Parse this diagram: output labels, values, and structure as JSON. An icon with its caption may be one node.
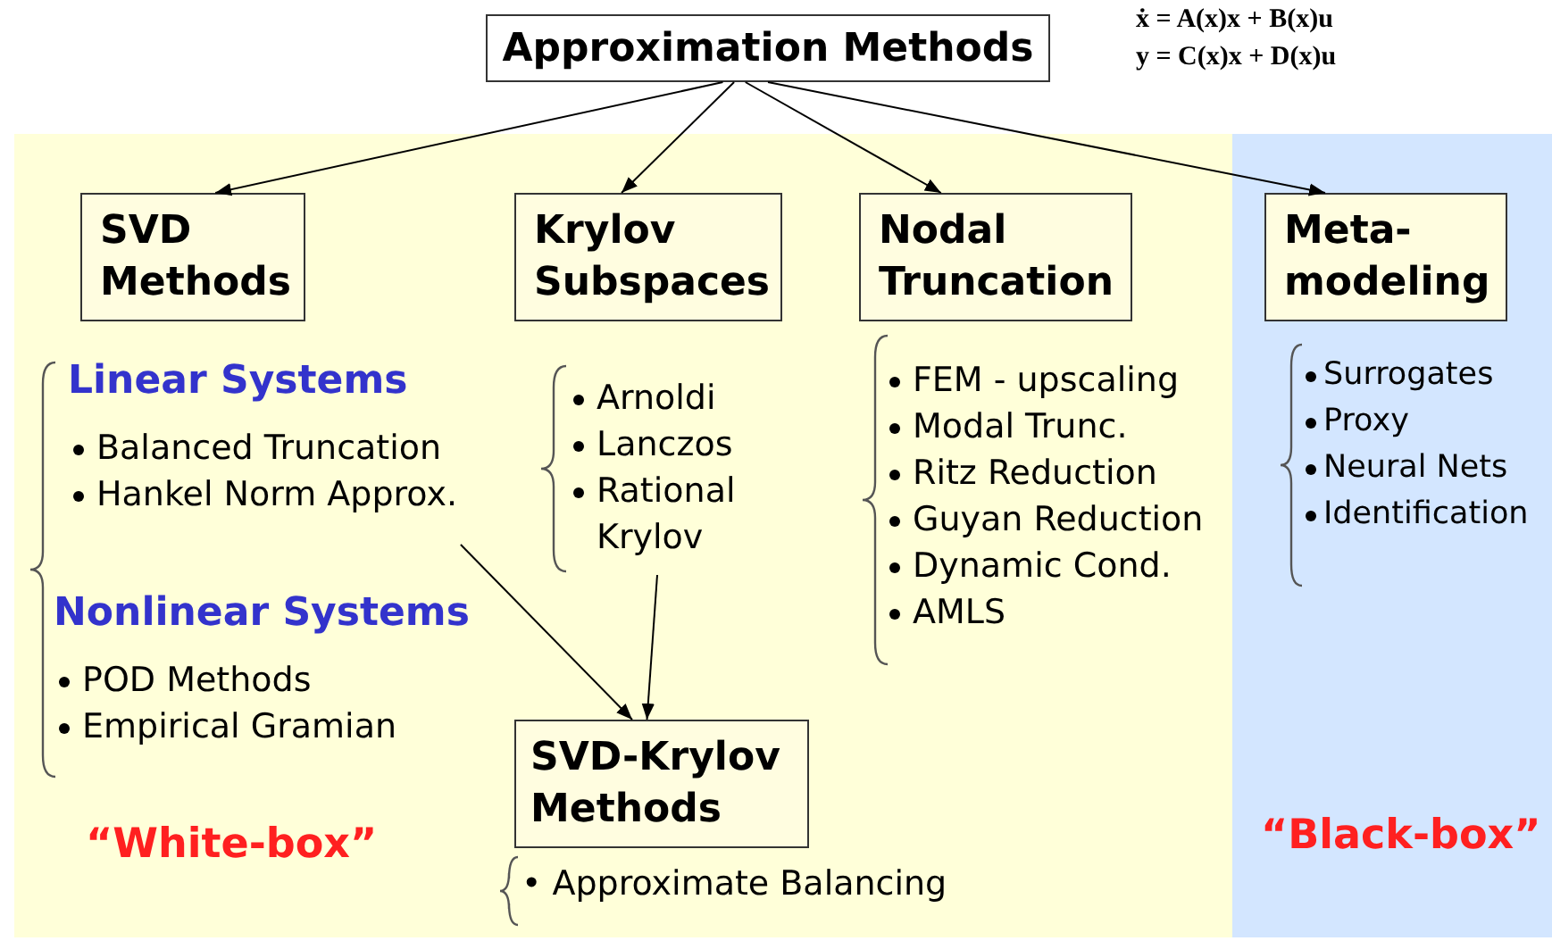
{
  "diagram": {
    "nodes": [
      {
        "text": [
          "Approximation Methods"
        ]
      },
      {
        "text": [
          "SVD Methods"
        ]
      },
      {
        "text": [
          "Krylov Subspaces"
        ]
      },
      {
        "text": [
          "Nodal Truncation"
        ]
      },
      {
        "text": [
          "Meta-modeling"
        ]
      },
      {
        "text": [
          "Linear Systems",
          "Balanced Truncation",
          "Hankel Norm Approx."
        ]
      },
      {
        "text": [
          "Arnoldi",
          "Lanczos",
          "Rational Krylov"
        ]
      },
      {
        "text": [
          "FEM - upscaling",
          "Modal Trunc.",
          "Ritz Reduction",
          "Guyan Reduction",
          "Dynamic Cond.",
          "AMLS"
        ]
      },
      {
        "text": [
          "Surrogates",
          "Proxy",
          "Neural Nets",
          "Identification"
        ]
      },
      {
        "text": [
          "Nonlinear Systems",
          "POD Methods",
          "Empirical Gramian"
        ]
      },
      {
        "text": [
          "SVD-Krylov Methods"
        ]
      }
    ],
    "edges": [
      {
        "from": 0,
        "to": 1,
        "arrow": "to"
      },
      {
        "from": 0,
        "to": 2,
        "arrow": "to"
      },
      {
        "from": 0,
        "to": 3,
        "arrow": "to"
      },
      {
        "from": 0,
        "to": 4,
        "arrow": "to"
      },
      {
        "from": 5,
        "to": 10,
        "arrow": "to"
      },
      {
        "from": 6,
        "to": 10,
        "arrow": "to"
      }
    ],
    "labels": [
      "ẋ = A(x)x + B(x)u",
      "y = C(x)x + D(x)u",
      "“White-box”",
      "• Approximate Balancing",
      "“Black-box”"
    ]
  }
}
